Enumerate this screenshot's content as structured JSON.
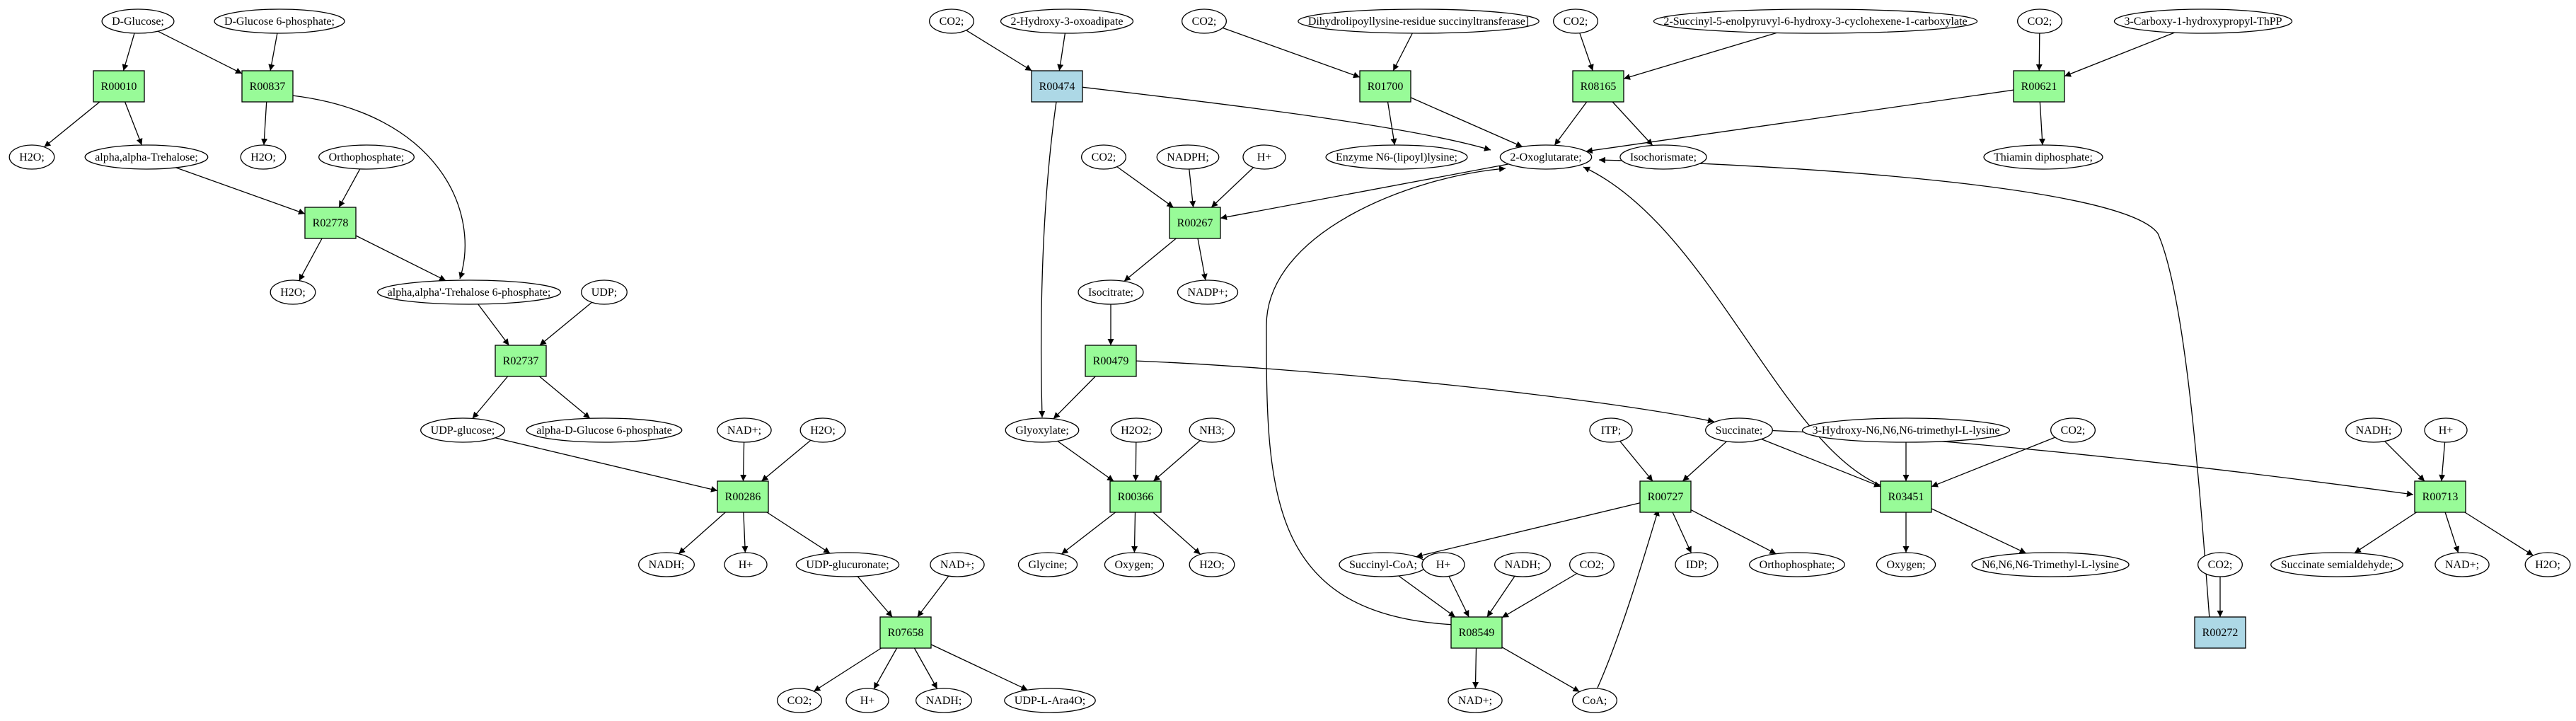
{
  "colors": {
    "reaction_default": "#98fb98",
    "reaction_alt": "#add8e6",
    "start_compound": "#00ff00",
    "target_compound": "#ffff00",
    "compound": "#ffffff",
    "edge": "#000000"
  },
  "reactions": [
    {
      "id": "r_R00010",
      "label": "R00010",
      "color": "reaction_default"
    },
    {
      "id": "r_R00837",
      "label": "R00837",
      "color": "reaction_default"
    },
    {
      "id": "r_R02778",
      "label": "R02778",
      "color": "reaction_default"
    },
    {
      "id": "r_R02737",
      "label": "R02737",
      "color": "reaction_default"
    },
    {
      "id": "r_R00286",
      "label": "R00286",
      "color": "reaction_default"
    },
    {
      "id": "r_R07658",
      "label": "R07658",
      "color": "reaction_default"
    },
    {
      "id": "r_R00474",
      "label": "R00474",
      "color": "reaction_alt"
    },
    {
      "id": "r_R01700",
      "label": "R01700",
      "color": "reaction_default"
    },
    {
      "id": "r_R08165",
      "label": "R08165",
      "color": "reaction_default"
    },
    {
      "id": "r_R00621",
      "label": "R00621",
      "color": "reaction_default"
    },
    {
      "id": "r_R00267",
      "label": "R00267",
      "color": "reaction_default"
    },
    {
      "id": "r_R00479",
      "label": "R00479",
      "color": "reaction_default"
    },
    {
      "id": "r_R00366",
      "label": "R00366",
      "color": "reaction_default"
    },
    {
      "id": "r_R00727",
      "label": "R00727",
      "color": "reaction_default"
    },
    {
      "id": "r_R03451",
      "label": "R03451",
      "color": "reaction_default"
    },
    {
      "id": "r_R00713",
      "label": "R00713",
      "color": "reaction_default"
    },
    {
      "id": "r_R08549",
      "label": "R08549",
      "color": "reaction_default"
    },
    {
      "id": "r_R00272",
      "label": "R00272",
      "color": "reaction_alt"
    }
  ],
  "compounds": [
    {
      "id": "c_dglucose",
      "label": "D-Glucose;",
      "color": "start_compound"
    },
    {
      "id": "c_dglucose6p",
      "label": "D-Glucose 6-phosphate;",
      "color": "compound"
    },
    {
      "id": "c_h2o_1",
      "label": "H2O;",
      "color": "compound"
    },
    {
      "id": "c_trehalose",
      "label": "alpha,alpha-Trehalose;",
      "color": "compound"
    },
    {
      "id": "c_h2o_2",
      "label": "H2O;",
      "color": "compound"
    },
    {
      "id": "c_orthophosphate_1",
      "label": "Orthophosphate;",
      "color": "compound"
    },
    {
      "id": "c_h2o_3",
      "label": "H2O;",
      "color": "compound"
    },
    {
      "id": "c_trehalose6p",
      "label": "alpha,alpha'-Trehalose 6-phosphate;",
      "color": "compound"
    },
    {
      "id": "c_udp",
      "label": "UDP;",
      "color": "compound"
    },
    {
      "id": "c_udpglucose",
      "label": "UDP-glucose;",
      "color": "compound"
    },
    {
      "id": "c_adglucose6p",
      "label": "alpha-D-Glucose 6-phosphate",
      "color": "compound"
    },
    {
      "id": "c_nadp_a",
      "label": "NAD+;",
      "color": "compound"
    },
    {
      "id": "c_h2o_4",
      "label": "H2O;",
      "color": "compound"
    },
    {
      "id": "c_nadh_1",
      "label": "NADH;",
      "color": "compound"
    },
    {
      "id": "c_hplus_1",
      "label": "H+",
      "color": "compound"
    },
    {
      "id": "c_udpglucuronate",
      "label": "UDP-glucuronate;",
      "color": "compound"
    },
    {
      "id": "c_nadp_b",
      "label": "NAD+;",
      "color": "compound"
    },
    {
      "id": "c_co2_1",
      "label": "CO2;",
      "color": "compound"
    },
    {
      "id": "c_hplus_2",
      "label": "H+",
      "color": "compound"
    },
    {
      "id": "c_nadh_2",
      "label": "NADH;",
      "color": "compound"
    },
    {
      "id": "c_udpara4o",
      "label": "UDP-L-Ara4O;",
      "color": "compound"
    },
    {
      "id": "c_co2_2",
      "label": "CO2;",
      "color": "compound"
    },
    {
      "id": "c_hydroxyoxoadipate",
      "label": "2-Hydroxy-3-oxoadipate",
      "color": "compound"
    },
    {
      "id": "c_co2_3",
      "label": "CO2;",
      "color": "compound"
    },
    {
      "id": "c_dihydrolipoyl",
      "label": "Dihydrolipoyllysine-residue succinyltransferase]",
      "color": "compound"
    },
    {
      "id": "c_co2_4",
      "label": "CO2;",
      "color": "compound"
    },
    {
      "id": "c_succinylenol",
      "label": "2-Succinyl-5-enolpyruvyl-6-hydroxy-3-cyclohexene-1-carboxylate",
      "color": "compound"
    },
    {
      "id": "c_co2_5",
      "label": "CO2;",
      "color": "compound"
    },
    {
      "id": "c_carboxyhydroxypropyl",
      "label": "3-Carboxy-1-hydroxypropyl-ThPP",
      "color": "compound"
    },
    {
      "id": "c_enzymen6",
      "label": "Enzyme N6-(lipoyl)lysine;",
      "color": "compound"
    },
    {
      "id": "c_oxoglutarate",
      "label": "2-Oxoglutarate;",
      "color": "compound"
    },
    {
      "id": "c_isochorismate",
      "label": "Isochorismate;",
      "color": "compound"
    },
    {
      "id": "c_thiamin",
      "label": "Thiamin diphosphate;",
      "color": "compound"
    },
    {
      "id": "c_co2_6",
      "label": "CO2;",
      "color": "compound"
    },
    {
      "id": "c_nadph_1",
      "label": "NADPH;",
      "color": "compound"
    },
    {
      "id": "c_hplus_3",
      "label": "H+",
      "color": "compound"
    },
    {
      "id": "c_isocitrate",
      "label": "Isocitrate;",
      "color": "compound"
    },
    {
      "id": "c_nadpplus",
      "label": "NADP+;",
      "color": "compound"
    },
    {
      "id": "c_glyoxylate",
      "label": "Glyoxylate;",
      "color": "compound"
    },
    {
      "id": "c_h2o2",
      "label": "H2O2;",
      "color": "compound"
    },
    {
      "id": "c_nh3",
      "label": "NH3;",
      "color": "compound"
    },
    {
      "id": "c_glycine",
      "label": "Glycine;",
      "color": "target_compound"
    },
    {
      "id": "c_oxygen_1",
      "label": "Oxygen;",
      "color": "compound"
    },
    {
      "id": "c_h2o_5",
      "label": "H2O;",
      "color": "compound"
    },
    {
      "id": "c_itp",
      "label": "ITP;",
      "color": "compound"
    },
    {
      "id": "c_succinate",
      "label": "Succinate;",
      "color": "compound"
    },
    {
      "id": "c_hydroxytrimethyllysine",
      "label": "3-Hydroxy-N6,N6,N6-trimethyl-L-lysine",
      "color": "compound"
    },
    {
      "id": "c_co2_7",
      "label": "CO2;",
      "color": "compound"
    },
    {
      "id": "c_succinylcoa",
      "label": "Succinyl-CoA;",
      "color": "compound"
    },
    {
      "id": "c_hplus_4",
      "label": "H+",
      "color": "compound"
    },
    {
      "id": "c_nadh_3",
      "label": "NADH;",
      "color": "compound"
    },
    {
      "id": "c_co2_8",
      "label": "CO2;",
      "color": "compound"
    },
    {
      "id": "c_idp",
      "label": "IDP;",
      "color": "compound"
    },
    {
      "id": "c_orthophosphate_2",
      "label": "Orthophosphate;",
      "color": "compound"
    },
    {
      "id": "c_oxygen_2",
      "label": "Oxygen;",
      "color": "compound"
    },
    {
      "id": "c_trimethyllysine",
      "label": "N6,N6,N6-Trimethyl-L-lysine",
      "color": "compound"
    },
    {
      "id": "c_nadp_c",
      "label": "NAD+;",
      "color": "compound"
    },
    {
      "id": "c_coa",
      "label": "CoA;",
      "color": "compound"
    },
    {
      "id": "c_nadh_4",
      "label": "NADH;",
      "color": "compound"
    },
    {
      "id": "c_hplus_5",
      "label": "H+",
      "color": "compound"
    },
    {
      "id": "c_succinatesemialdehyde",
      "label": "Succinate semialdehyde;",
      "color": "compound"
    },
    {
      "id": "c_nadp_d",
      "label": "NAD+;",
      "color": "compound"
    },
    {
      "id": "c_h2o_6",
      "label": "H2O;",
      "color": "compound"
    },
    {
      "id": "c_co2_9",
      "label": "CO2;",
      "color": "compound"
    }
  ],
  "edges": [
    [
      "c_dglucose",
      "r_R00010"
    ],
    [
      "c_dglucose",
      "r_R00837"
    ],
    [
      "c_dglucose6p",
      "r_R00837"
    ],
    [
      "r_R00010",
      "c_h2o_1"
    ],
    [
      "r_R00010",
      "c_trehalose"
    ],
    [
      "r_R00837",
      "c_h2o_2"
    ],
    [
      "r_R00837",
      "c_trehalose6p"
    ],
    [
      "c_trehalose",
      "r_R02778"
    ],
    [
      "c_orthophosphate_1",
      "r_R02778"
    ],
    [
      "r_R02778",
      "c_h2o_3"
    ],
    [
      "r_R02778",
      "c_trehalose6p"
    ],
    [
      "c_trehalose6p",
      "r_R02737"
    ],
    [
      "c_udp",
      "r_R02737"
    ],
    [
      "r_R02737",
      "c_udpglucose"
    ],
    [
      "r_R02737",
      "c_adglucose6p"
    ],
    [
      "c_udpglucose",
      "r_R00286"
    ],
    [
      "c_nadp_a",
      "r_R00286"
    ],
    [
      "c_h2o_4",
      "r_R00286"
    ],
    [
      "r_R00286",
      "c_nadh_1"
    ],
    [
      "r_R00286",
      "c_hplus_1"
    ],
    [
      "r_R00286",
      "c_udpglucuronate"
    ],
    [
      "c_udpglucuronate",
      "r_R07658"
    ],
    [
      "c_nadp_b",
      "r_R07658"
    ],
    [
      "r_R07658",
      "c_co2_1"
    ],
    [
      "r_R07658",
      "c_hplus_2"
    ],
    [
      "r_R07658",
      "c_nadh_2"
    ],
    [
      "r_R07658",
      "c_udpara4o"
    ],
    [
      "c_co2_2",
      "r_R00474"
    ],
    [
      "c_hydroxyoxoadipate",
      "r_R00474"
    ],
    [
      "r_R00474",
      "c_glyoxylate"
    ],
    [
      "r_R00474",
      "c_oxoglutarate"
    ],
    [
      "c_co2_3",
      "r_R01700"
    ],
    [
      "c_dihydrolipoyl",
      "r_R01700"
    ],
    [
      "r_R01700",
      "c_enzymen6"
    ],
    [
      "r_R01700",
      "c_oxoglutarate"
    ],
    [
      "c_co2_4",
      "r_R08165"
    ],
    [
      "c_succinylenol",
      "r_R08165"
    ],
    [
      "r_R08165",
      "c_oxoglutarate"
    ],
    [
      "r_R08165",
      "c_isochorismate"
    ],
    [
      "c_co2_5",
      "r_R00621"
    ],
    [
      "c_carboxyhydroxypropyl",
      "r_R00621"
    ],
    [
      "r_R00621",
      "c_oxoglutarate"
    ],
    [
      "r_R00621",
      "c_thiamin"
    ],
    [
      "c_co2_6",
      "r_R00267"
    ],
    [
      "c_nadph_1",
      "r_R00267"
    ],
    [
      "c_hplus_3",
      "r_R00267"
    ],
    [
      "c_oxoglutarate",
      "r_R00267"
    ],
    [
      "r_R00267",
      "c_isocitrate"
    ],
    [
      "r_R00267",
      "c_nadpplus"
    ],
    [
      "c_isocitrate",
      "r_R00479"
    ],
    [
      "r_R00479",
      "c_glyoxylate"
    ],
    [
      "r_R00479",
      "c_succinate"
    ],
    [
      "c_glyoxylate",
      "r_R00366"
    ],
    [
      "c_h2o2",
      "r_R00366"
    ],
    [
      "c_nh3",
      "r_R00366"
    ],
    [
      "r_R00366",
      "c_glycine"
    ],
    [
      "r_R00366",
      "c_oxygen_1"
    ],
    [
      "r_R00366",
      "c_h2o_5"
    ],
    [
      "c_itp",
      "r_R00727"
    ],
    [
      "c_succinate",
      "r_R00727"
    ],
    [
      "c_coa",
      "r_R00727"
    ],
    [
      "r_R00727",
      "c_succinylcoa"
    ],
    [
      "r_R00727",
      "c_idp"
    ],
    [
      "r_R00727",
      "c_orthophosphate_2"
    ],
    [
      "c_succinate",
      "r_R03451"
    ],
    [
      "c_hydroxytrimethyllysine",
      "r_R03451"
    ],
    [
      "c_co2_7",
      "r_R03451"
    ],
    [
      "r_R03451",
      "c_oxygen_2"
    ],
    [
      "r_R03451",
      "c_trimethyllysine"
    ],
    [
      "r_R03451",
      "c_oxoglutarate"
    ],
    [
      "c_succinate",
      "r_R00713"
    ],
    [
      "c_nadh_4",
      "r_R00713"
    ],
    [
      "c_hplus_5",
      "r_R00713"
    ],
    [
      "r_R00713",
      "c_succinatesemialdehyde"
    ],
    [
      "r_R00713",
      "c_nadp_d"
    ],
    [
      "r_R00713",
      "c_h2o_6"
    ],
    [
      "c_succinylcoa",
      "r_R08549"
    ],
    [
      "c_hplus_4",
      "r_R08549"
    ],
    [
      "c_nadh_3",
      "r_R08549"
    ],
    [
      "c_co2_8",
      "r_R08549"
    ],
    [
      "r_R08549",
      "c_nadp_c"
    ],
    [
      "r_R08549",
      "c_coa"
    ],
    [
      "r_R08549",
      "c_oxoglutarate"
    ],
    [
      "c_co2_9",
      "r_R00272"
    ],
    [
      "r_R00272",
      "c_oxoglutarate"
    ]
  ]
}
